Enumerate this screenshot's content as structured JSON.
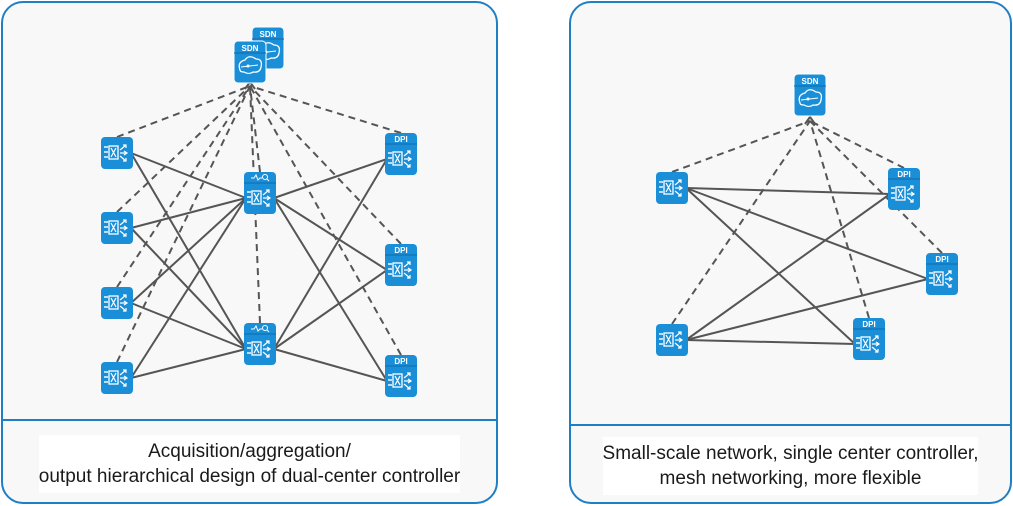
{
  "colors": {
    "border": "#1f7fc4",
    "device": "#1a8fd8",
    "link": "#555555",
    "panel_bg": "#f8f8f8"
  },
  "left_panel": {
    "caption_line1": "Acquisition/aggregation/",
    "caption_line2": "output hierarchical design of dual-center controller",
    "nodes": [
      {
        "id": "sdn2",
        "type": "controller",
        "label": "SDN",
        "icon": "sdn-controller-icon"
      },
      {
        "id": "sdn1",
        "type": "controller",
        "label": "SDN",
        "icon": "sdn-controller-icon"
      },
      {
        "id": "acq1",
        "type": "switch",
        "label": "",
        "icon": "switch-icon"
      },
      {
        "id": "acq2",
        "type": "switch",
        "label": "",
        "icon": "switch-icon"
      },
      {
        "id": "acq3",
        "type": "switch",
        "label": "",
        "icon": "switch-icon"
      },
      {
        "id": "acq4",
        "type": "switch",
        "label": "",
        "icon": "switch-icon"
      },
      {
        "id": "agg1",
        "type": "switch",
        "label": "",
        "icon": "switch-monitor-icon"
      },
      {
        "id": "agg2",
        "type": "switch",
        "label": "",
        "icon": "switch-monitor-icon"
      },
      {
        "id": "dpi1",
        "type": "switch",
        "label": "DPI",
        "icon": "switch-icon"
      },
      {
        "id": "dpi2",
        "type": "switch",
        "label": "DPI",
        "icon": "switch-icon"
      },
      {
        "id": "dpi3",
        "type": "switch",
        "label": "DPI",
        "icon": "switch-icon"
      }
    ],
    "links": [
      [
        "acq1",
        "agg1"
      ],
      [
        "acq1",
        "agg2"
      ],
      [
        "acq2",
        "agg1"
      ],
      [
        "acq2",
        "agg2"
      ],
      [
        "acq3",
        "agg1"
      ],
      [
        "acq3",
        "agg2"
      ],
      [
        "acq4",
        "agg1"
      ],
      [
        "acq4",
        "agg2"
      ],
      [
        "agg1",
        "dpi1"
      ],
      [
        "agg1",
        "dpi2"
      ],
      [
        "agg1",
        "dpi3"
      ],
      [
        "agg2",
        "dpi1"
      ],
      [
        "agg2",
        "dpi2"
      ],
      [
        "agg2",
        "dpi3"
      ]
    ],
    "control_links": [
      "acq1",
      "acq2",
      "acq3",
      "acq4",
      "agg1",
      "agg2",
      "dpi1",
      "dpi2",
      "dpi3"
    ]
  },
  "right_panel": {
    "caption_line1": "Small-scale network, single center controller,",
    "caption_line2": "mesh networking, more flexible",
    "nodes": [
      {
        "id": "sdn",
        "type": "controller",
        "label": "SDN",
        "icon": "sdn-controller-icon"
      },
      {
        "id": "sw1",
        "type": "switch",
        "label": "",
        "icon": "switch-icon"
      },
      {
        "id": "sw2",
        "type": "switch",
        "label": "",
        "icon": "switch-icon"
      },
      {
        "id": "dpi1",
        "type": "switch",
        "label": "DPI",
        "icon": "switch-icon"
      },
      {
        "id": "dpi2",
        "type": "switch",
        "label": "DPI",
        "icon": "switch-icon"
      },
      {
        "id": "dpi3",
        "type": "switch",
        "label": "DPI",
        "icon": "switch-icon"
      }
    ],
    "links": [
      [
        "sw1",
        "dpi1"
      ],
      [
        "sw1",
        "dpi2"
      ],
      [
        "sw1",
        "dpi3"
      ],
      [
        "sw2",
        "dpi1"
      ],
      [
        "sw2",
        "dpi2"
      ],
      [
        "sw2",
        "dpi3"
      ]
    ],
    "control_links": [
      "sw1",
      "sw2",
      "dpi1",
      "dpi2",
      "dpi3"
    ]
  }
}
